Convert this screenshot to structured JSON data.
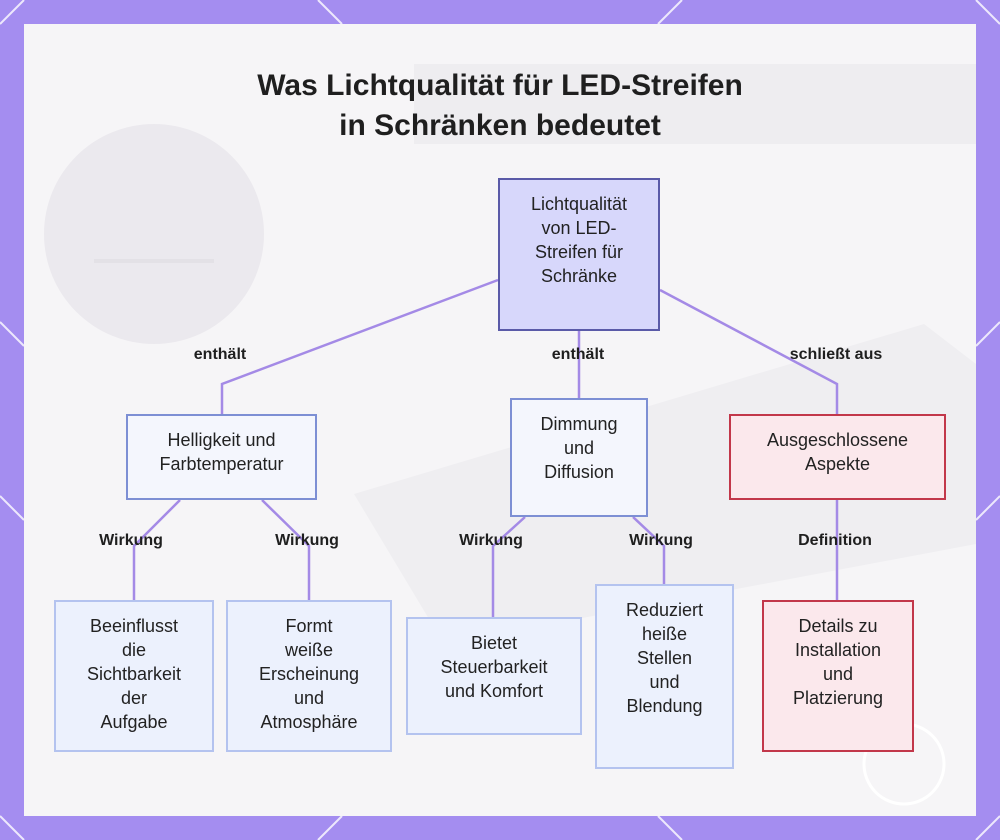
{
  "title_line1": "Was Lichtqualität für LED-Streifen",
  "title_line2": "in Schränken bedeutet",
  "colors": {
    "frame": "#a48df0",
    "connector": "#a48ae6",
    "root_fill": "#d7d7fb",
    "exclude_border": "#c2374a"
  },
  "nodes": {
    "root": "Lichtqualität\nvon LED-\nStreifen für\nSchränke",
    "brightness": "Helligkeit und\nFarbtemperatur",
    "dimming": "Dimmung\nund\nDiffusion",
    "excluded": "Ausgeschlossene\nAspekte",
    "visibility": "Beeinflusst\ndie\nSichtbarkeit\nder\nAufgabe",
    "appearance": "Formt\nweiße\nErscheinung\nund\nAtmosphäre",
    "control": "Bietet\nSteuerbarkeit\nund Komfort",
    "hotspots": "Reduziert\nheiße\nStellen\nund\nBlendung",
    "details": "Details zu\nInstallation\nund\nPlatzierung"
  },
  "edges": {
    "contains_left": "enthält",
    "contains_mid": "enthält",
    "excludes": "schließt aus",
    "effect_1": "Wirkung",
    "effect_2": "Wirkung",
    "effect_3": "Wirkung",
    "effect_4": "Wirkung",
    "definition": "Definition"
  }
}
